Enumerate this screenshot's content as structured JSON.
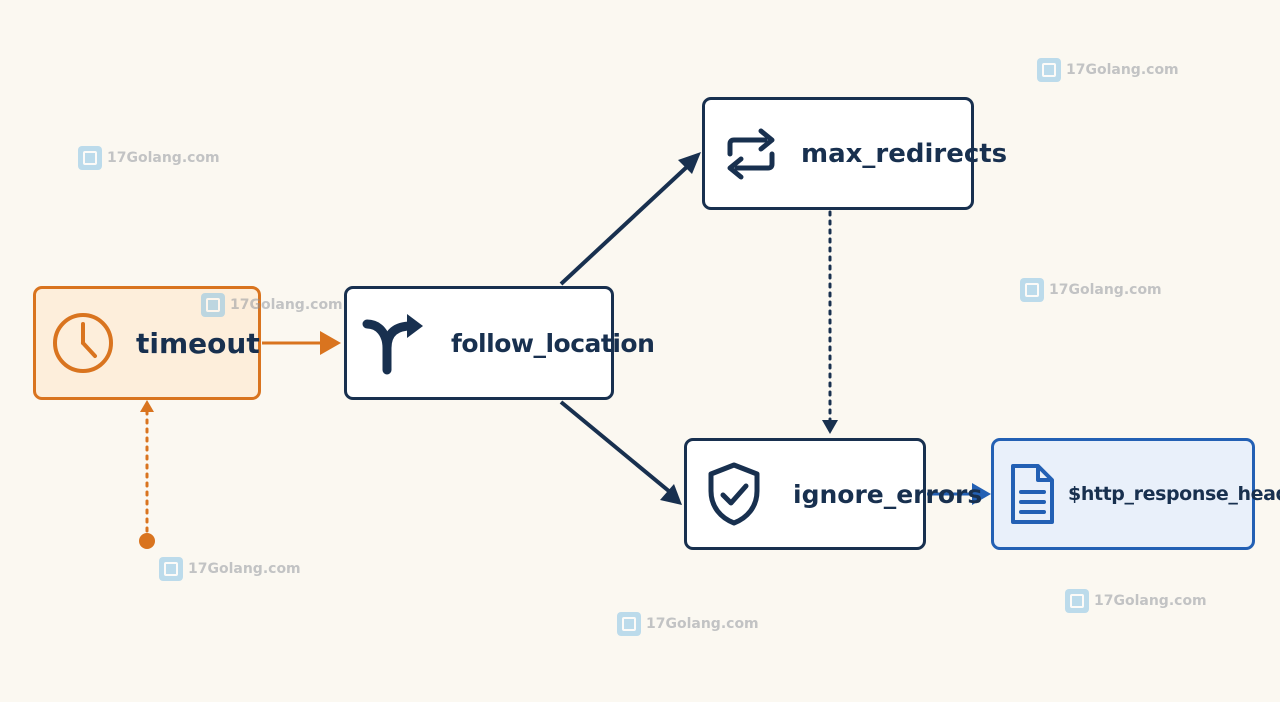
{
  "nodes": {
    "timeout": "timeout",
    "follow_location": "follow_location",
    "max_redirects": "max_redirects",
    "ignore_errors": "ignore_errors",
    "http_response_header": "$http_response_header"
  },
  "watermark": {
    "text": "17Golang.com"
  },
  "icons": {
    "timeout": "clock-icon",
    "follow_location": "fork-arrow-icon",
    "max_redirects": "repeat-icon",
    "ignore_errors": "shield-check-icon",
    "http_response_header": "document-icon"
  },
  "colors": {
    "background": "#fbf8f1",
    "navy": "#18304f",
    "orange": "#d9741f",
    "orange_fill": "#fdeedb",
    "blue": "#2360b4",
    "blue_fill": "#e9f0fa"
  }
}
